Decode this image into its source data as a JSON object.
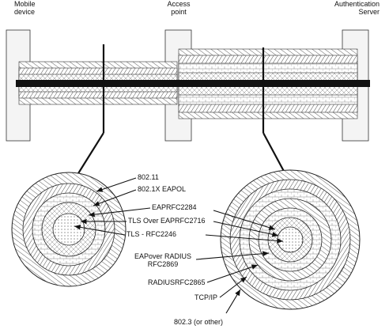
{
  "header": {
    "mobile_line1": "Mobile",
    "mobile_line2": "device",
    "ap_line1": "Access",
    "ap_line2": "point",
    "auth_line1": "Authentication",
    "auth_line2": "Server"
  },
  "labels": {
    "l80211": "802.11",
    "eapol": "802.1X EAPOL",
    "eap2284": "EAPRFC2284",
    "tls2716": "TLS Over EAPRFC2716",
    "tls2246": "TLS - RFC2246",
    "eapradius_line1": "EAPover RADIUS",
    "eapradius_line2": "RFC2869",
    "radius2865": "RADIUSRFC2865",
    "tcpip": "TCP/IP",
    "l8023": "802.3 (or other)"
  },
  "colors": {
    "line": "#111111",
    "fill": "#ffffff",
    "box": "#f4f4f4"
  }
}
